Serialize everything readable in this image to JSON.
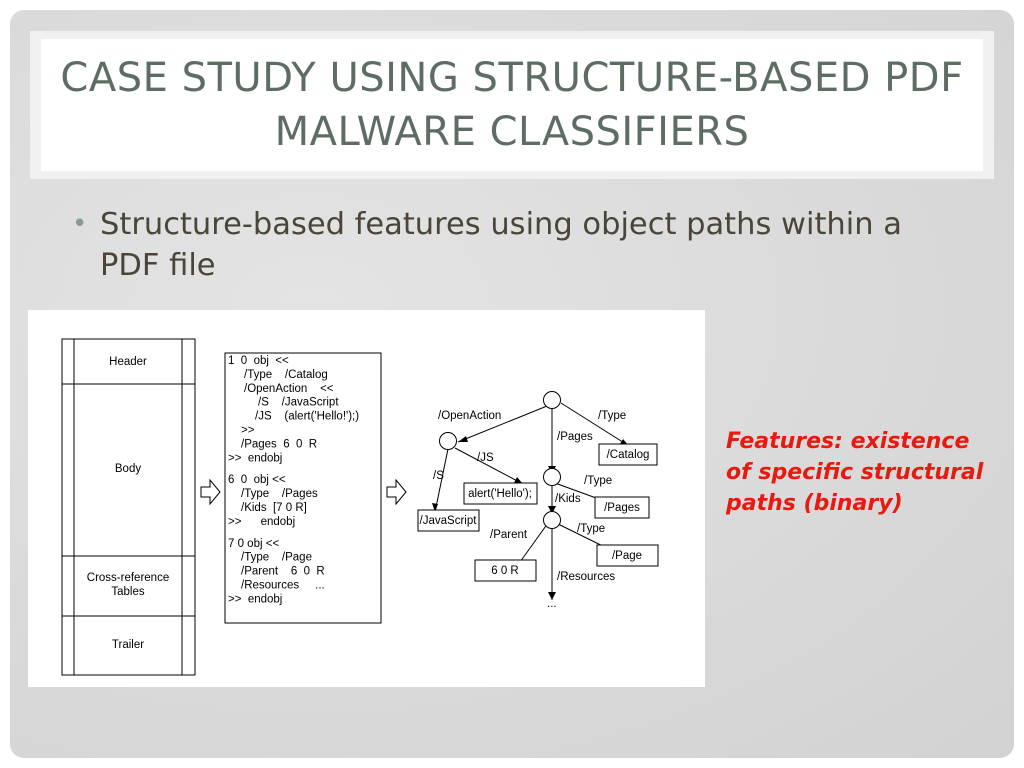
{
  "slide": {
    "title_lines": [
      "CASE STUDY USING STRUCTURE-BASED PDF",
      "MALWARE CLASSIFIERS"
    ],
    "bullet": "Structure-based features using object paths within a PDF file",
    "features_note": "Features: existence of specific structural paths (binary)"
  },
  "figure": {
    "pdf_layout_sections": [
      "Header",
      "Body",
      "Cross-reference Tables",
      "Trailer"
    ],
    "code_lines": [
      "1  0  obj  <<",
      "/Type    /Catalog",
      "/OpenAction    <<",
      "/S    /JavaScript",
      "/JS    (alert('Hello!');)",
      ">>",
      "/Pages  6  0  R",
      ">>  endobj",
      "6  0  obj <<",
      "/Type    /Pages",
      "/Kids  [7 0 R]",
      ">>      endobj",
      "7 0 obj <<",
      "/Type    /Page",
      "/Parent    6  0  R",
      "/Resources     ...",
      ">>  endobj"
    ],
    "tree": {
      "edge_labels": [
        "/OpenAction",
        "/Type",
        "/Pages",
        "/JS",
        "/S",
        "/Type",
        "/Kids",
        "/Type",
        "/Parent",
        "/Resources"
      ],
      "leaf_boxes": [
        "/Catalog",
        "alert('Hello');",
        "/JavaScript",
        "/Pages",
        "/Page",
        "6  0  R"
      ],
      "ellipsis": "..."
    }
  }
}
